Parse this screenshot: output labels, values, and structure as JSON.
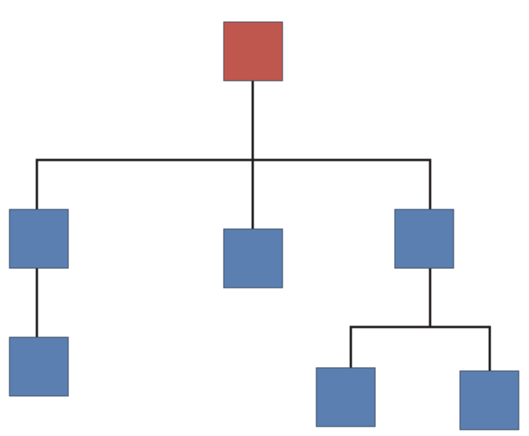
{
  "colors": {
    "root": "#c0574e",
    "child": "#5a7fb0",
    "connector": "#231f20",
    "background": "#ffffff"
  },
  "tree": {
    "root": "root",
    "children": {
      "root": [
        "child-left",
        "child-middle",
        "child-right"
      ],
      "child-left": [
        "grandchild-left"
      ],
      "child-middle": [],
      "child-right": [
        "grandchild-right-1",
        "grandchild-right-2"
      ],
      "grandchild-left": [],
      "grandchild-right-1": [],
      "grandchild-right-2": []
    }
  }
}
